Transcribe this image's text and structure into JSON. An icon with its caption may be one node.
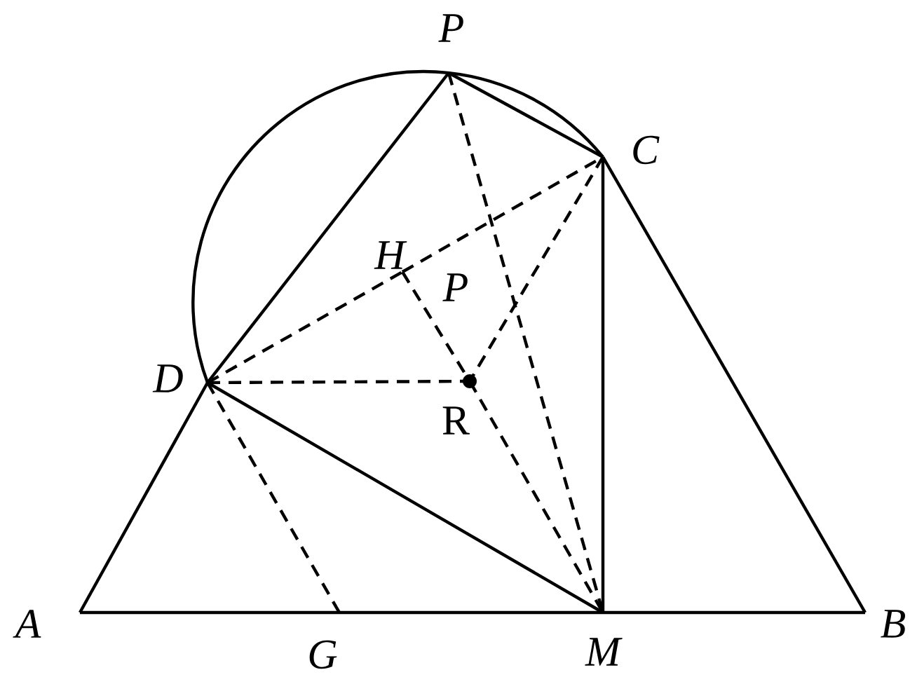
{
  "diagram": {
    "nodes": [
      {
        "text": [
          "P"
        ]
      },
      {
        "text": [
          "C"
        ]
      },
      {
        "text": [
          "H"
        ]
      },
      {
        "text": [
          "D"
        ]
      },
      {
        "text": [
          "R"
        ]
      },
      {
        "text": [
          "A"
        ]
      },
      {
        "text": [
          "G"
        ]
      },
      {
        "text": [
          "M"
        ]
      },
      {
        "text": [
          "B"
        ]
      }
    ],
    "edges": [
      {
        "from": 5,
        "to": 3,
        "arrow": "none"
      },
      {
        "from": 3,
        "to": 0,
        "arrow": "none"
      },
      {
        "from": 0,
        "to": 1,
        "arrow": "none"
      },
      {
        "from": 1,
        "to": 8,
        "arrow": "none"
      },
      {
        "from": 1,
        "to": 7,
        "arrow": "none"
      },
      {
        "from": 3,
        "to": 7,
        "arrow": "none"
      },
      {
        "from": 5,
        "to": 6,
        "arrow": "none"
      },
      {
        "from": 6,
        "to": 7,
        "arrow": "none"
      },
      {
        "from": 7,
        "to": 8,
        "arrow": "none"
      },
      {
        "from": 3,
        "to": 2,
        "arrow": "none",
        "style": "dashed"
      },
      {
        "from": 2,
        "to": 1,
        "arrow": "none",
        "style": "dashed"
      },
      {
        "from": 3,
        "to": 4,
        "arrow": "none",
        "style": "dashed"
      },
      {
        "from": 2,
        "to": 4,
        "arrow": "none",
        "style": "dashed"
      },
      {
        "from": 4,
        "to": 7,
        "arrow": "none",
        "style": "dashed"
      },
      {
        "from": 1,
        "to": 4,
        "arrow": "none",
        "style": "dashed"
      },
      {
        "from": 0,
        "to": 7,
        "arrow": "none",
        "style": "dashed"
      },
      {
        "from": 3,
        "to": 6,
        "arrow": "none",
        "style": "dashed"
      }
    ],
    "labels": [
      "P"
    ]
  }
}
